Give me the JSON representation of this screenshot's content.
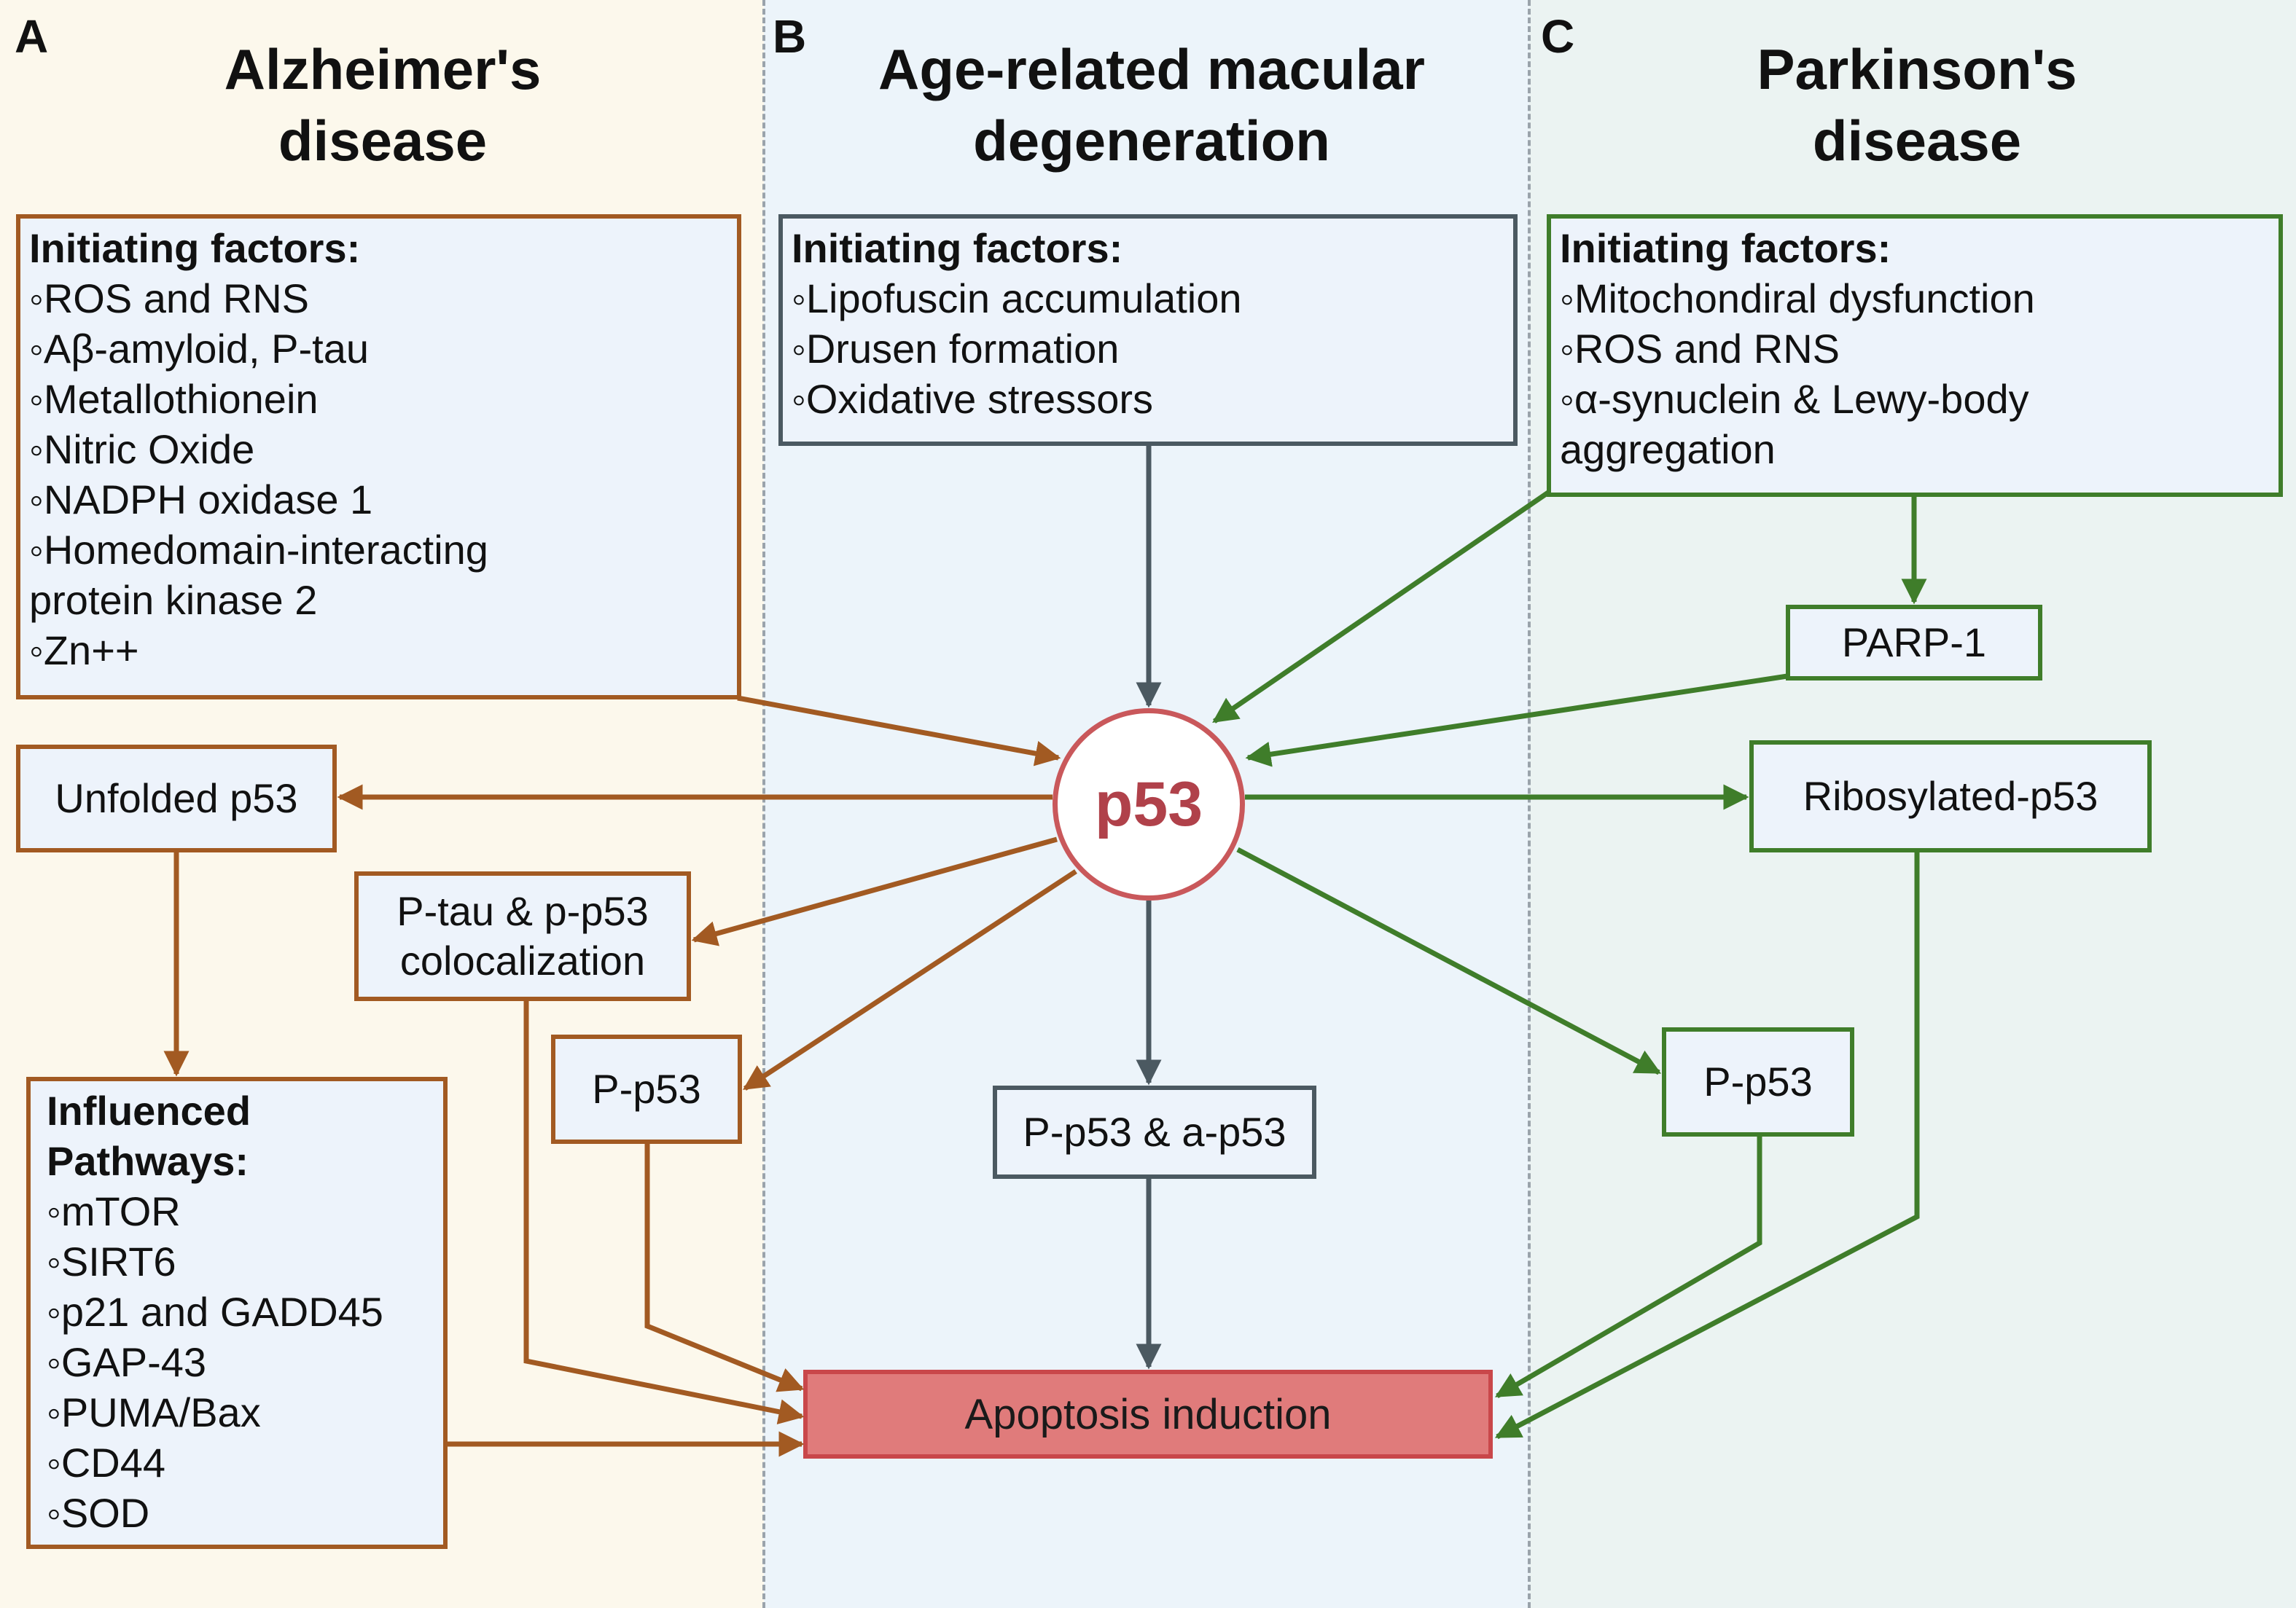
{
  "colors": {
    "alzheimers_bg": "#fcf8ec",
    "amd_bg": "#ecf4fa",
    "parkinsons_bg": "#ebf3f2",
    "brown": "#a25a22",
    "slate": "#4b5961",
    "green": "#3f7d2a",
    "p53_red": "#b0414a",
    "apoptosis_fill": "#e07b7b"
  },
  "panels": {
    "a": {
      "letter": "A",
      "title": "Alzheimer's\ndisease"
    },
    "b": {
      "letter": "B",
      "title": "Age-related macular\ndegeneration"
    },
    "c": {
      "letter": "C",
      "title": "Parkinson's\ndisease"
    }
  },
  "alzheimers": {
    "initiating": {
      "heading": "Initiating factors:",
      "items": [
        "◦ROS and RNS",
        "◦Aβ-amyloid, P-tau",
        "◦Metallothionein",
        "◦Nitric Oxide",
        "◦NADPH oxidase 1",
        "◦Homedomain-interacting",
        "protein kinase 2",
        "◦Zn++"
      ]
    },
    "unfolded_p53": "Unfolded p53",
    "ptau_colocalization": "P-tau & p-p53\ncolocalization",
    "p_p53": "P-p53",
    "influenced": {
      "heading_1": "Influenced",
      "heading_2": "Pathways:",
      "items": [
        "◦mTOR",
        "◦SIRT6",
        "◦p21 and GADD45",
        "◦GAP-43",
        "◦PUMA/Bax",
        "◦CD44",
        "◦SOD"
      ]
    }
  },
  "amd": {
    "initiating": {
      "heading": "Initiating factors:",
      "items": [
        "◦Lipofuscin accumulation",
        "◦Drusen formation",
        "◦Oxidative stressors"
      ]
    },
    "pp53_ap53": "P-p53 & a-p53"
  },
  "parkinsons": {
    "initiating": {
      "heading": "Initiating factors:",
      "items": [
        "◦Mitochondiral dysfunction",
        "◦ROS and RNS",
        "◦α-synuclein & Lewy-body",
        "aggregation"
      ]
    },
    "parp1": "PARP-1",
    "ribosylated": "Ribosylated-p53",
    "p_p53": "P-p53"
  },
  "center": {
    "p53": "p53",
    "apoptosis": "Apoptosis induction"
  }
}
